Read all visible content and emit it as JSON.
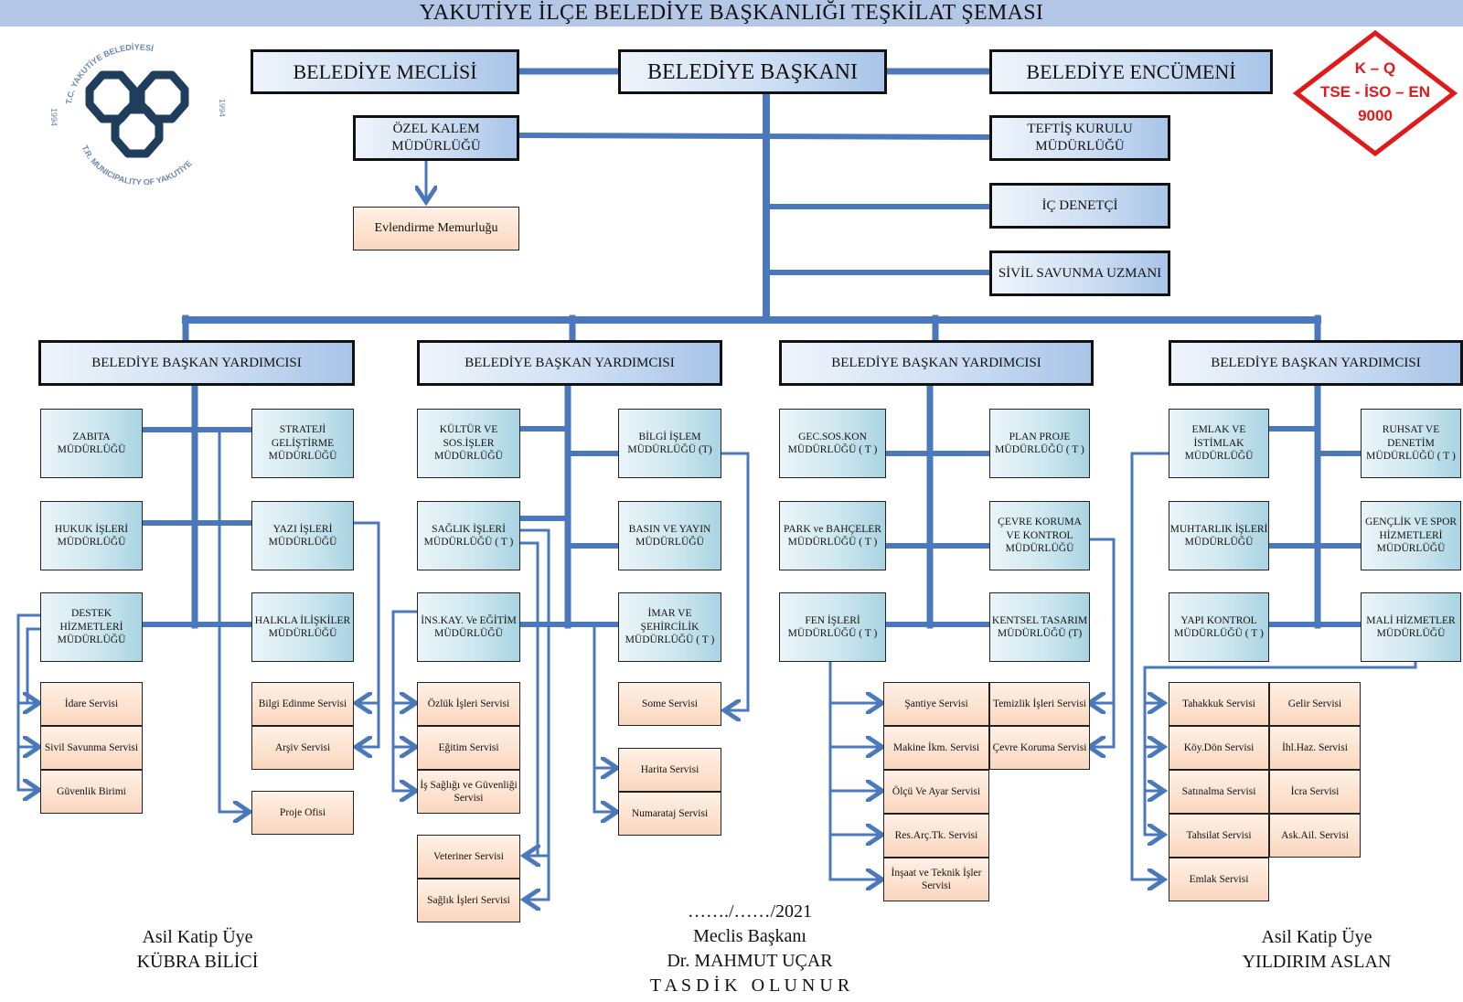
{
  "title": "YAKUTİYE İLÇE BELEDİYE BAŞKANLIĞI TEŞKİLAT ŞEMASI",
  "logo": {
    "top_text": "T.C. YAKUTİYE BELEDİYESİ",
    "bottom_text": "T.R. MUNICIPALITY OF YAKUTİYE",
    "year_left": "1994",
    "year_right": "1994"
  },
  "badge": {
    "line1": "K – Q",
    "line2": "TSE - İSO – EN",
    "line3": "9000",
    "color": "#e0191b"
  },
  "top": {
    "meclis": "BELEDİYE MECLİSİ",
    "baskan": "BELEDİYE BAŞKANI",
    "encumen": "BELEDİYE ENCÜMENİ"
  },
  "staff": {
    "ozel_kalem": "ÖZEL KALEM MÜDÜRLÜĞÜ",
    "evlendirme": "Evlendirme Memurluğu",
    "teftis": "TEFTİŞ KURULU MÜDÜRLÜĞÜ",
    "ic_denetci": "İÇ DENETÇİ",
    "sivil_savunma": "SİVİL SAVUNMA UZMANI"
  },
  "vice_label": "BELEDİYE BAŞKAN YARDIMCISI",
  "col1": {
    "zabita": "ZABITA MÜDÜRLÜĞÜ",
    "hukuk": "HUKUK İŞLERİ MÜDÜRLÜĞÜ",
    "destek": "DESTEK HİZMETLERİ MÜDÜRLÜĞÜ",
    "strateji": "STRATEJİ GELİŞTİRME MÜDÜRLÜĞÜ",
    "yazi": "YAZI İŞLERİ MÜDÜRLÜĞÜ",
    "halkla": "HALKLA İLİŞKİLER MÜDÜRLÜĞÜ",
    "idare": "İdare Servisi",
    "sivil": "Sivil Savunma Servisi",
    "guvenlik": "Güvenlik Birimi",
    "bilgi_edinme": "Bilgi Edinme Servisi",
    "arsiv": "Arşiv Servisi",
    "proje": "Proje Ofisi"
  },
  "col2": {
    "kultur": "KÜLTÜR VE SOS.İŞLER MÜDÜRLÜĞÜ",
    "saglik": "SAĞLIK İŞLERİ MÜDÜRLÜĞÜ ( T )",
    "inskay": "İNS.KAY. Ve EĞİTİM MÜDÜRLÜĞÜ",
    "bilgi_islem": "BİLGİ İŞLEM MÜDÜRLÜĞÜ (T)",
    "basin": "BASIN VE YAYIN MÜDÜRLÜĞÜ",
    "imar": "İMAR VE ŞEHİRCİLİK MÜDÜRLÜĞÜ ( T )",
    "ozluk": "Özlük İşleri Servisi",
    "egitim": "Eğitim Servisi",
    "is_sagligi": "İş Sağlığı ve Güvenliği Servisi",
    "veteriner": "Veteriner Servisi",
    "saglik_servisi": "Sağlık İşleri Servisi",
    "some": "Some Servisi",
    "harita": "Harita Servisi",
    "numarataj": "Numarataj Servisi"
  },
  "col3": {
    "gecsos": "GEC.SOS.KON MÜDÜRLÜĞÜ ( T )",
    "park": "PARK ve BAHÇELER MÜDÜRLÜĞÜ ( T )",
    "fen": "FEN İŞLERİ MÜDÜRLÜĞÜ ( T )",
    "plan": "PLAN PROJE MÜDÜRLÜĞÜ ( T )",
    "cevre": "ÇEVRE KORUMA VE KONTROL MÜDÜRLÜĞÜ",
    "kentsel": "KENTSEL TASARIM MÜDÜRLÜĞÜ (T)",
    "santiye": "Şantiye Servisi",
    "makine": "Makine İkm. Servisi",
    "olcu": "Ölçü Ve Ayar Servisi",
    "resarc": "Res.Arç.Tk. Servisi",
    "insaat": "İnşaat ve Teknik İşler Servisi",
    "temizlik": "Temizlik İşleri Servisi",
    "cevre_servisi": "Çevre Koruma Servisi"
  },
  "col4": {
    "emlak": "EMLAK VE İSTİMLAK MÜDÜRLÜĞÜ",
    "muhtarlik": "MUHTARLIK İŞLERİ MÜDÜRLÜĞÜ",
    "yapi": "YAPI KONTROL MÜDÜRLÜĞÜ ( T )",
    "ruhsat": "RUHSAT VE DENETİM MÜDÜRLÜĞÜ ( T )",
    "genclik": "GENÇLİK VE SPOR HİZMETLERİ MÜDÜRLÜĞÜ",
    "mali": "MALİ HİZMETLER MÜDÜRLÜĞÜ",
    "tahakkuk": "Tahakkuk Servisi",
    "koydon": "Köy.Dön Servisi",
    "satinalma": "Satınalma Servisi",
    "tahsilat": "Tahsilat Servisi",
    "emlak_servisi": "Emlak Servisi",
    "gelir": "Gelir Servisi",
    "ihlhaz": "İhl.Haz. Servisi",
    "icra": "İcra  Servisi",
    "askail": "Ask.Ail. Servisi"
  },
  "signatures": {
    "left_role": "Asil Katip Üye",
    "left_name": "KÜBRA BİLİCİ",
    "date": "……./……/2021",
    "center_role": "Meclis Başkanı",
    "center_name": "Dr. MAHMUT UÇAR",
    "approval": "T A S D İ K   O L U N U R",
    "right_role": "Asil Katip Üye",
    "right_name": "YILDIRIM ASLAN"
  },
  "colors": {
    "line": "#4a78bb",
    "title_bar": "#b4c7e7",
    "logo": "#1f3d5c"
  }
}
